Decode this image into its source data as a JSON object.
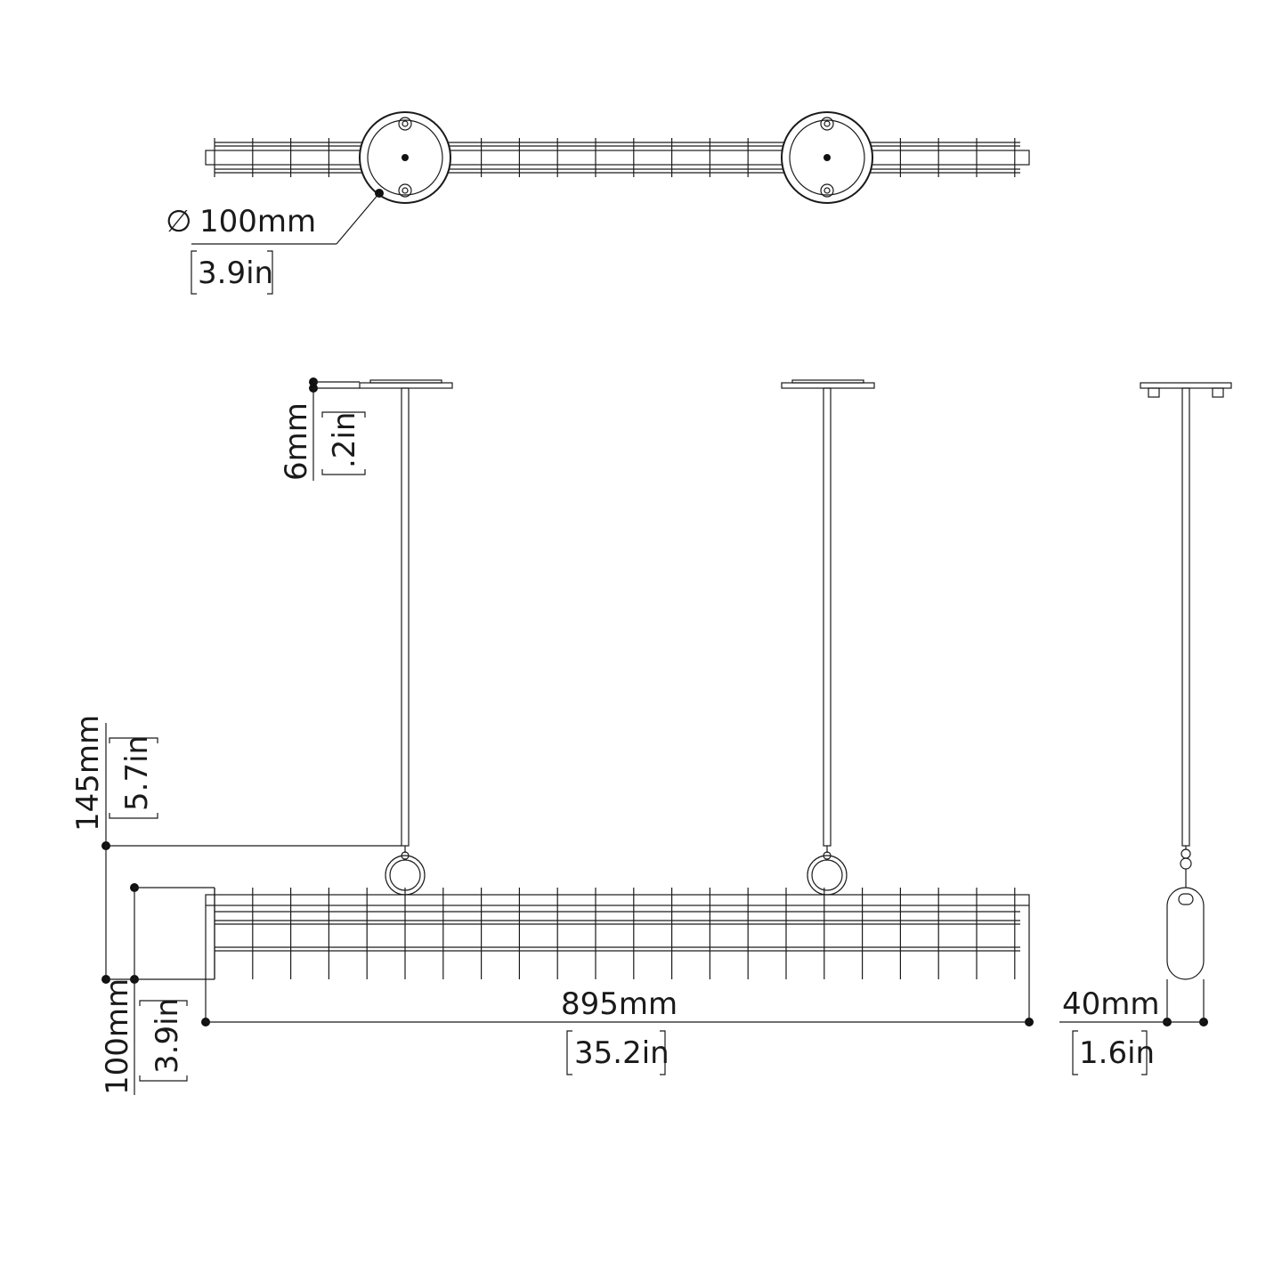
{
  "colors": {
    "line": "#1a1a1a",
    "background": "#ffffff"
  },
  "dimensions": {
    "rose_diameter": {
      "symbol": "∅",
      "mm": "100mm",
      "inch": "3.9in"
    },
    "plate_thickness": {
      "mm": "6mm",
      "inch": ".2in"
    },
    "drop": {
      "mm": "145mm",
      "inch": "5.7in"
    },
    "rack_height": {
      "mm": "100mm",
      "inch": "3.9in"
    },
    "rack_length": {
      "mm": "895mm",
      "inch": "35.2in"
    },
    "rack_depth": {
      "mm": "40mm",
      "inch": "1.6in"
    }
  }
}
